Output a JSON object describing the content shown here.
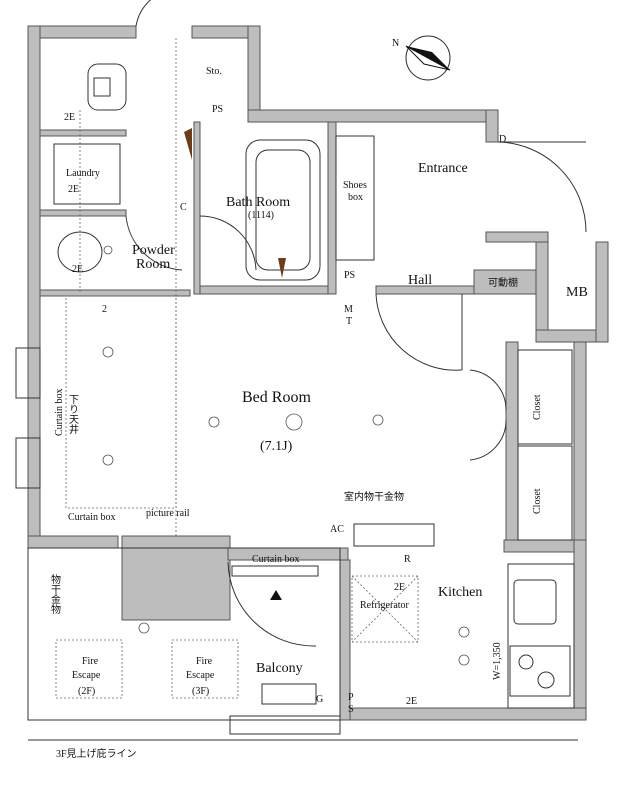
{
  "rooms": {
    "storage": "Sto.",
    "ps_top": "PS",
    "laundry": "Laundry",
    "laundry_2e": "2E",
    "toilet_2e": "2E",
    "bath_room": "Bath Room",
    "bath_size": "(1114)",
    "shoes_box_1": "Shoes",
    "shoes_box_2": "box",
    "entrance": "Entrance",
    "powder_room_1": "Powder",
    "powder_room_2": "Room",
    "powder_2e": "2E",
    "c_mark": "C",
    "ps_hall": "PS",
    "hall": "Hall",
    "movable_shelf": "可動棚",
    "mb": "MB",
    "outlet_2": "2",
    "mt_m": "M",
    "mt_t": "T",
    "curtain_box_left": "Curtain box",
    "lowered_ceiling": "下り天井",
    "bed_room": "Bed Room",
    "bed_size": "(7.1J)",
    "indoor_dryer": "室内物干金物",
    "closet_1": "Closet",
    "closet_2": "Closet",
    "curtain_box_mid": "Curtain box",
    "picture_rail": "picture rail",
    "ac": "AC",
    "r_mark": "R",
    "curtain_box_balcony": "Curtain box",
    "drying_left": "物干金物",
    "refrigerator": "Refrigerator",
    "fridge_2e": "2E",
    "kitchen": "Kitchen",
    "kitchen_width": "W=1,350",
    "fire_escape_2f_1": "Fire",
    "fire_escape_2f_2": "Escape",
    "fire_escape_2f_3": "(2F)",
    "fire_escape_3f_1": "Fire",
    "fire_escape_3f_2": "Escape",
    "fire_escape_3f_3": "(3F)",
    "balcony": "Balcony",
    "g_mark": "G",
    "ps_bottom_p": "P",
    "ps_bottom_s": "S",
    "kitchen_2e": "2E",
    "door_d": "D"
  },
  "footer": {
    "eave_line": "3F見上げ庇ライン"
  },
  "compass": {
    "north": "N"
  },
  "colors": {
    "wall": "#bdbdbd",
    "line": "#333333",
    "brown": "#6b3d1a"
  }
}
